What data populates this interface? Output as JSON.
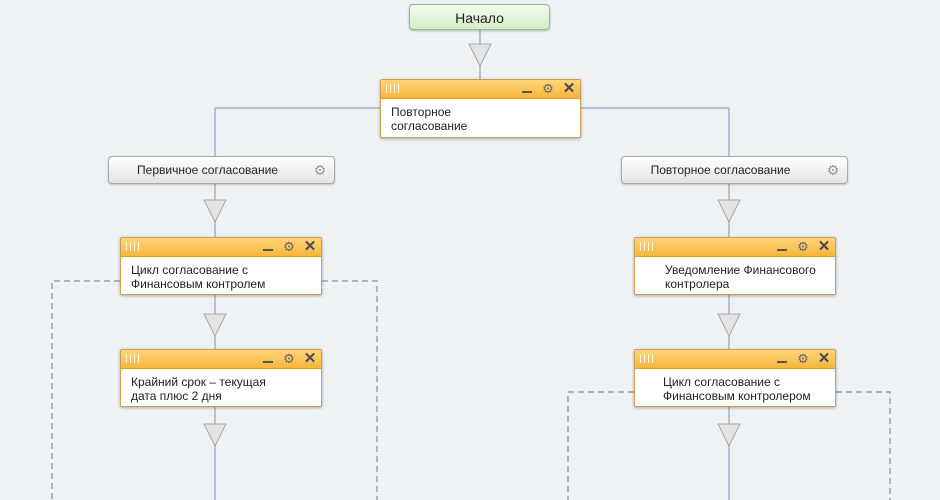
{
  "start": {
    "label": "Начало"
  },
  "top_card": {
    "text_line1": "Повторное",
    "text_line2": "согласование"
  },
  "left_branch": {
    "label": "Первичное согласование",
    "card1": {
      "text_line1": "Цикл согласование с",
      "text_line2": "Финансовым контролем"
    },
    "card2": {
      "text_line1": "Крайний срок – текущая",
      "text_line2": "дата плюс 2 дня"
    }
  },
  "right_branch": {
    "label": "Повторное согласование",
    "card1": {
      "text_line1": "Уведомление Финансового",
      "text_line2": "контролера"
    },
    "card2": {
      "text_line1": "Цикл согласование с",
      "text_line2": "Финансовым контролером"
    }
  },
  "icons": {
    "minimize": "minimize-icon",
    "settings": "gear-icon",
    "close": "close-icon",
    "drag": "drag-handle-icon",
    "arrow": "down-arrow-icon"
  },
  "colors": {
    "card_header": "#f7b63a",
    "start_node": "#d3edc8",
    "connector": "#9fb3c8",
    "background": "#eef2f5"
  }
}
